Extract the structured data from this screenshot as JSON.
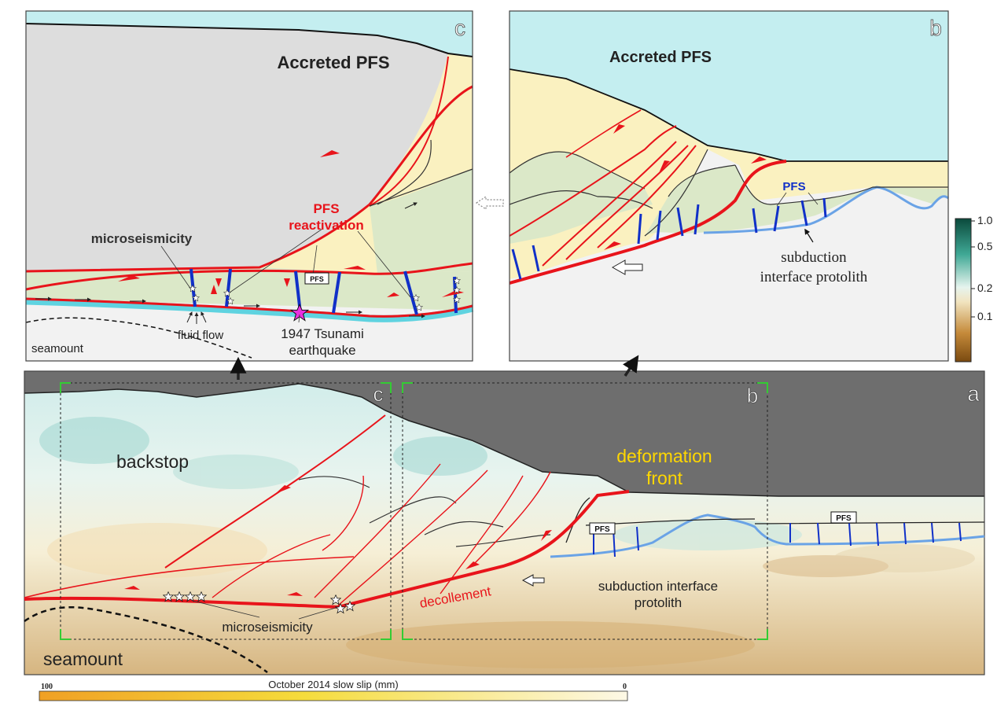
{
  "panels": {
    "a": {
      "letter": "a",
      "labels": {
        "backstop": "backstop",
        "deformation_front_1": "deformation",
        "deformation_front_2": "front",
        "pfs_box_1": "PFS",
        "pfs_box_2": "PFS",
        "subduction_1": "subduction interface",
        "subduction_2": "protolith",
        "decollement": "decollement",
        "microseismicity": "microseismicity",
        "seamount": "seamount",
        "box_c": "c",
        "box_b": "b"
      }
    },
    "b": {
      "letter": "b",
      "labels": {
        "accreted": "Accreted PFS",
        "pfs": "PFS",
        "subduction_1": "subduction",
        "subduction_2": "interface protolith"
      }
    },
    "c": {
      "letter": "c",
      "labels": {
        "accreted": "Accreted PFS",
        "pfs_reactivation_1": "PFS",
        "pfs_reactivation_2": "reactivation",
        "microseismicity": "microseismicity",
        "pfs_box": "PFS",
        "fluid_flow": "fluid flow",
        "tsunami_1": "1947 Tsunami",
        "tsunami_2": "earthquake",
        "seamount": "seamount"
      }
    }
  },
  "slip_colorbar": {
    "title": "October 2014 slow slip (mm)",
    "min_label": "0",
    "max_label": "100"
  },
  "scale_colorbar": {
    "ticks": [
      "1.0",
      "0.5",
      "0.2",
      "0.1"
    ]
  },
  "colors": {
    "fault_red": "#e8141b",
    "pfs_blue": "#1030c8",
    "interface_blue": "#6aa3e6",
    "sea": "#c4eef0",
    "accreted_yellow": "#faf1c0",
    "green_unit": "#dbe8c8",
    "backstop_gray": "#dddddd",
    "dark_gray": "#6b6b6b",
    "label_yellow": "#ffd700",
    "bright_green": "#33cc33"
  }
}
